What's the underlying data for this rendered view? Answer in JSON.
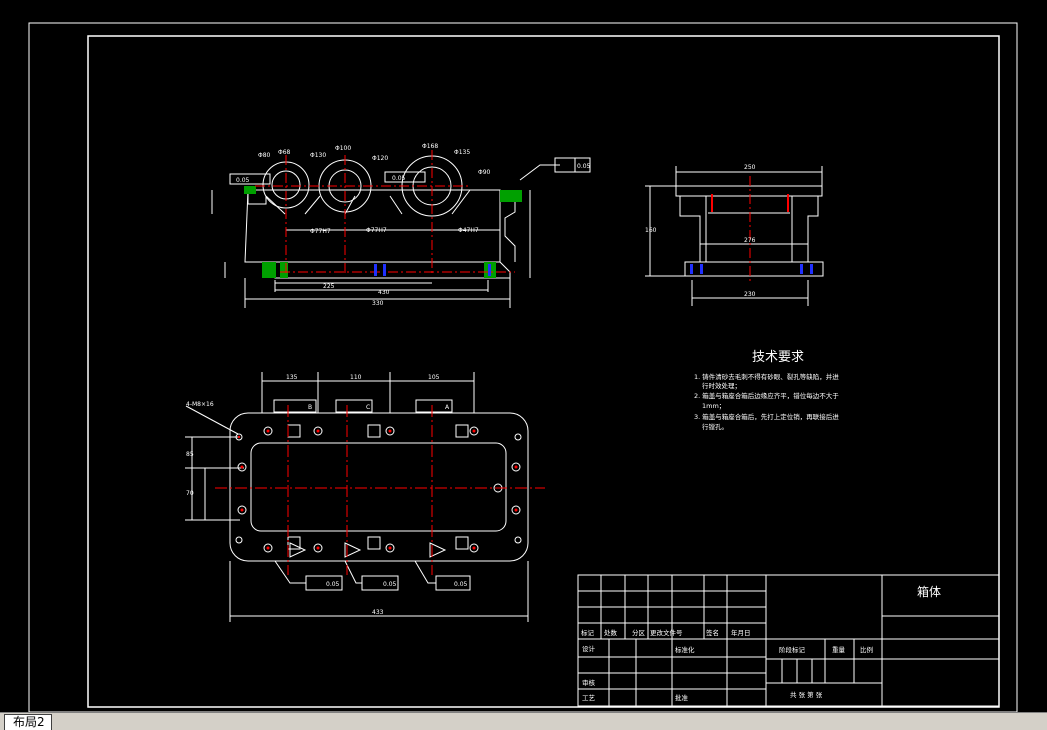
{
  "layout_tab": "布局2",
  "technical_requirements": {
    "heading": "技术要求",
    "items": [
      "1. 铸件清砂去毛刺不得有砂眼、裂孔等缺陷，并进",
      "行时效处理；",
      "2. 箱盖与箱座合箱后边缘应齐平，错位每边不大于",
      "1mm；",
      "3. 箱盖与箱座合箱后，先打上定位销，再联接后进",
      "行镗孔。"
    ]
  },
  "title_block": {
    "part_name": "箱体",
    "row_labels": [
      "标记",
      "处数",
      "分区",
      "更改文件号",
      "签名",
      "年月日"
    ],
    "design": "设计",
    "standardize": "标准化",
    "review": "审核",
    "process": "工艺",
    "approve": "批准",
    "stage_mark": "阶段标记",
    "weight": "重量",
    "scale": "比例",
    "sheets": "共 张 第 张"
  },
  "front_view": {
    "dims": {
      "d1": "330",
      "d2": "225",
      "d3": "430",
      "d4": "Φ80",
      "d5": "Φ68",
      "d6": "Φ130",
      "d7": "Φ100",
      "d8": "Φ120",
      "d9": "Φ168",
      "d10": "Φ135",
      "d11": "Φ90",
      "fit1": "Φ77H7",
      "fit2": "Φ77H7",
      "fit3": "Φ47H7",
      "tol1": "0.05",
      "tol2": "0.05",
      "tol3": "0.05",
      "tol4": "0.05"
    }
  },
  "side_view": {
    "dims": {
      "w1": "250",
      "w2": "276",
      "w3": "230",
      "h1": "160"
    }
  },
  "top_view": {
    "dims": {
      "l1": "135",
      "l2": "110",
      "l3": "105",
      "total": "433",
      "h1": "85",
      "h2": "70",
      "tol": "0.05"
    },
    "note": "4-M8×16",
    "datums": [
      "B",
      "C",
      "A"
    ]
  },
  "colors": {
    "line": "#ffffff",
    "center": "#ff0000",
    "green": "#00c000",
    "blue": "#2030ff",
    "hatch": "#00a000"
  }
}
